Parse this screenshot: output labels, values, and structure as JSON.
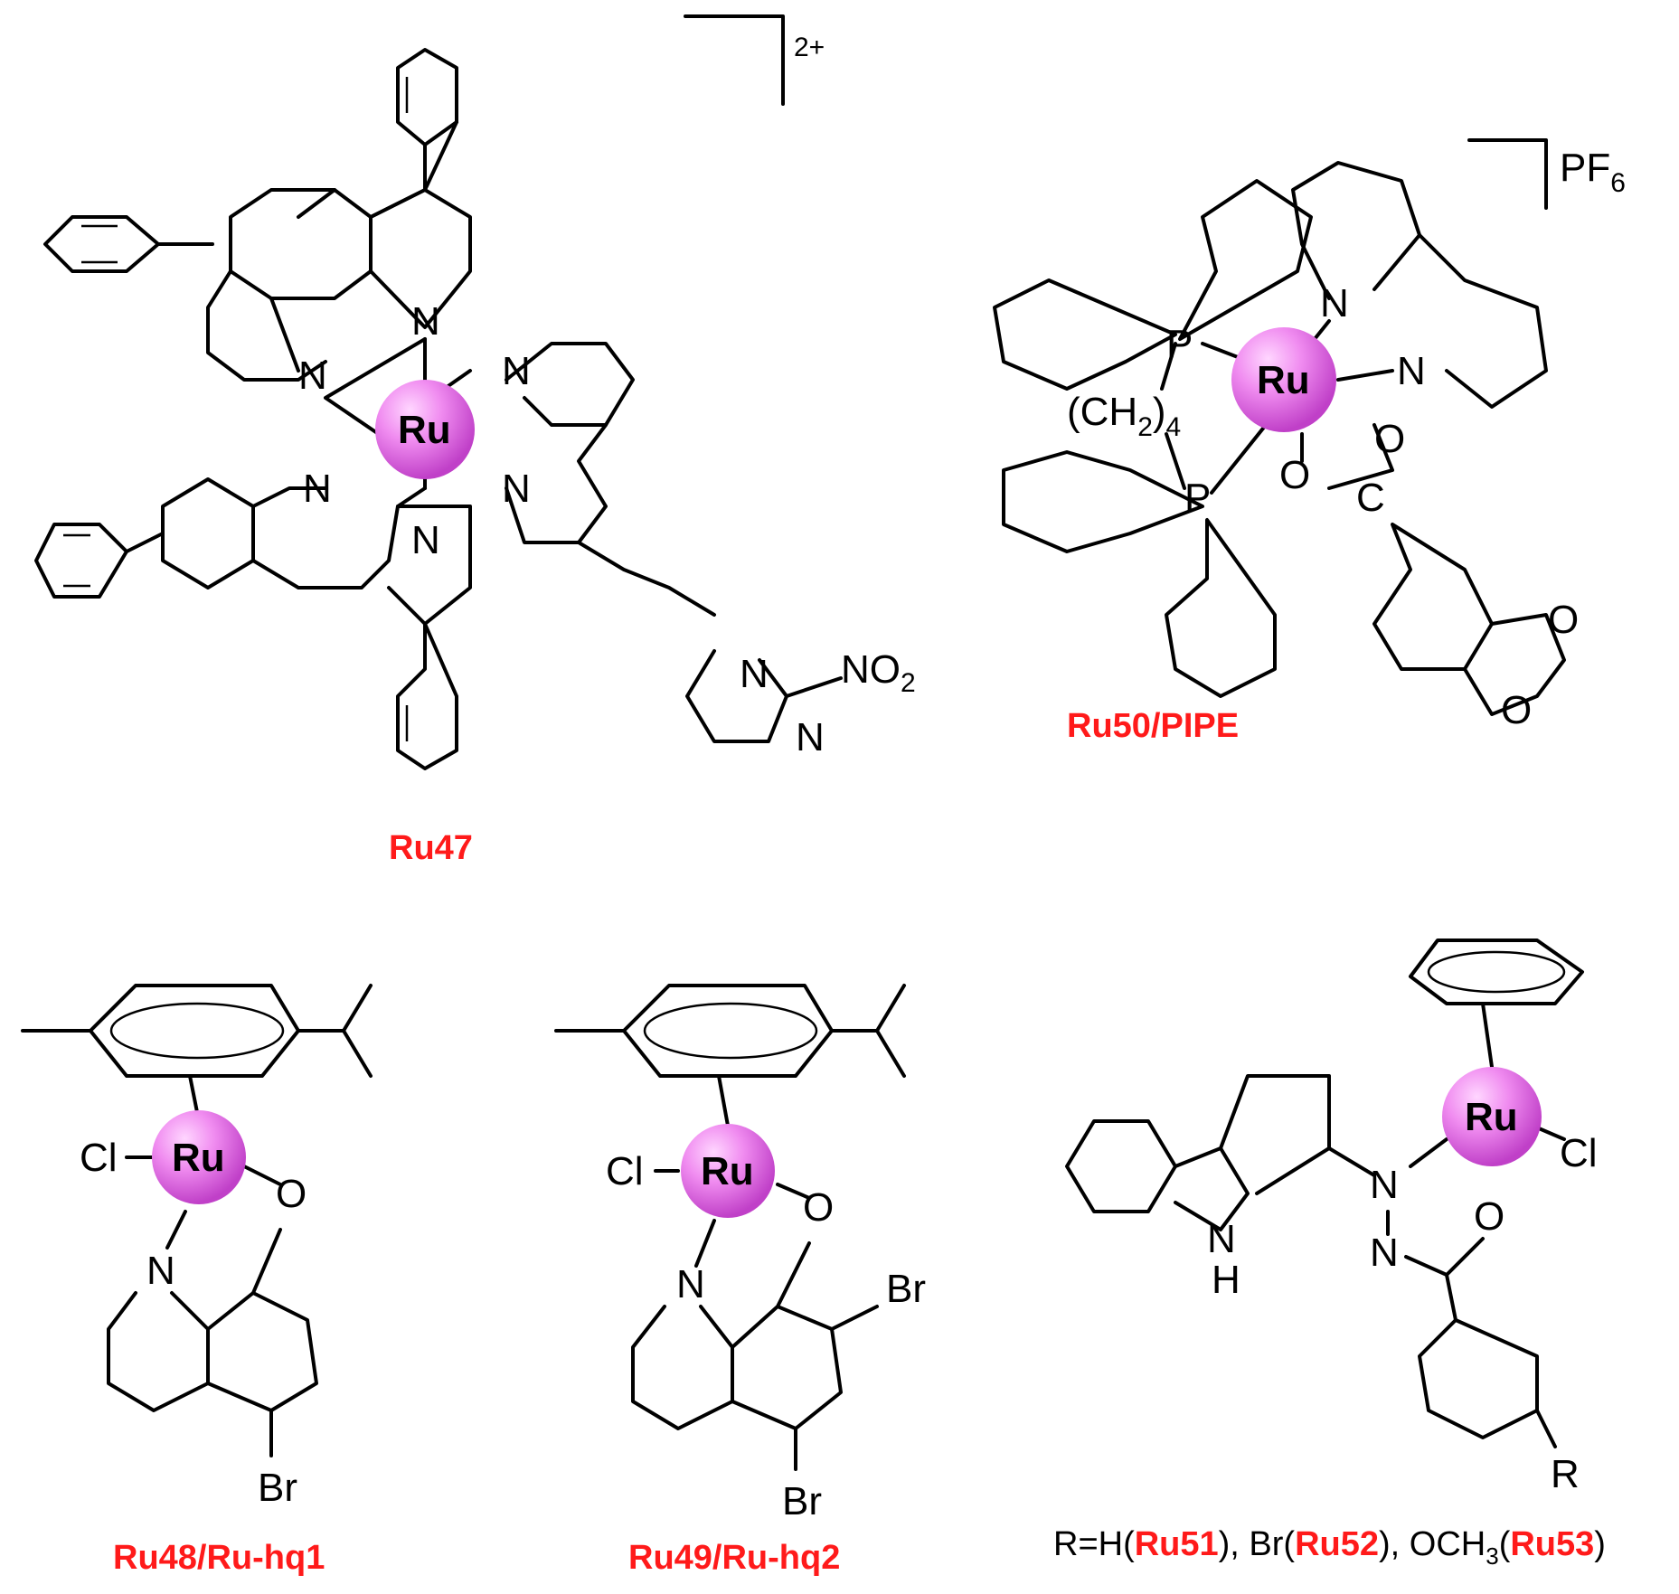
{
  "compounds": [
    {
      "id": "ru47",
      "label": "Ru47",
      "charge": "2+",
      "metal": "Ru",
      "substituent": "NO2"
    },
    {
      "id": "ru50",
      "label": "Ru50/PIPE",
      "counterion": "PF6",
      "metal": "Ru",
      "linker": "(CH2)4"
    },
    {
      "id": "ru48",
      "label": "Ru48/Ru-hq1",
      "metal": "Ru"
    },
    {
      "id": "ru49",
      "label": "Ru49/Ru-hq2",
      "metal": "Ru"
    },
    {
      "id": "ru51",
      "metal": "Ru",
      "caption": {
        "p1": "R=H(",
        "r1": "Ru51",
        "p2": "), Br(",
        "r2": "Ru52",
        "p3": "), OCH",
        "p3sub": "3",
        "p4": "(",
        "r3": "Ru53",
        "p5": ")"
      }
    }
  ],
  "atoms": {
    "N": "N",
    "P": "P",
    "O": "O",
    "C": "C",
    "Cl": "Cl",
    "Br": "Br",
    "R": "R",
    "H": "H",
    "NO": "NO",
    "NO_sub": "2",
    "PF": "PF",
    "PF_sub": "6",
    "CH": "(CH",
    "CH_sub1": "2",
    "CH_close": ")",
    "CH_sub2": "4"
  },
  "colors": {
    "metal_center": "#ee66ee",
    "metal_highlight": "#ffd6ff",
    "label_red": "#ff1a1a"
  }
}
